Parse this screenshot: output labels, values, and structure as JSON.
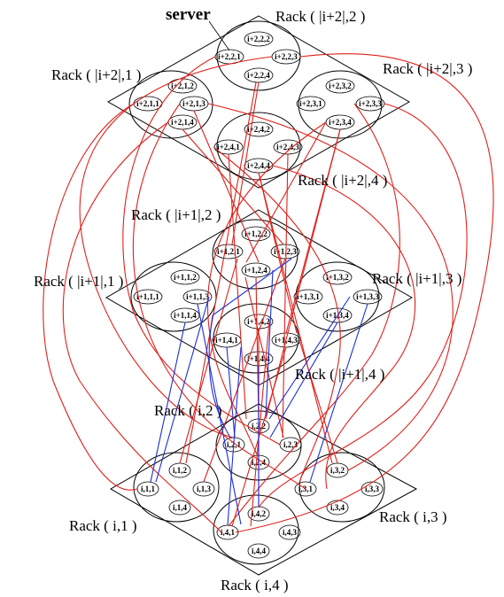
{
  "server_label": "server",
  "layers": [
    {
      "id": "top",
      "rack_labels": [
        "Rack ( |i+2|,1 )",
        "Rack ( |i+2|,2 )",
        "Rack ( |i+2|,3 )",
        "Rack ( |i+2|,4 )"
      ],
      "racks": [
        [
          "i+2,1,1",
          "i+2,1,2",
          "i+2,1,3",
          "i+2,1,4"
        ],
        [
          "i+2,2,1",
          "i+2,2,2",
          "i+2,2,3",
          "i+2,2,4"
        ],
        [
          "i+2,3,1",
          "i+2,3,2",
          "i+2,3,3",
          "i+2,3,4"
        ],
        [
          "i+2,4,1",
          "i+2,4,2",
          "i+2,4,3",
          "i+2,4,4"
        ]
      ]
    },
    {
      "id": "middle",
      "rack_labels": [
        "Rack ( |i+1|,1 )",
        "Rack ( |i+1|,2 )",
        "Rack ( |i+1|,3 )",
        "Rack ( |i+1|,4 )"
      ],
      "racks": [
        [
          "i+1,1,1",
          "i+1,1,2",
          "i+1,1,3",
          "i+1,1,4"
        ],
        [
          "i+1,2,1",
          "i+1,2,2",
          "i+1,2,3",
          "i+1,2,4"
        ],
        [
          "i+1,3,1",
          "i+1,3,2",
          "i+1,3,3",
          "i+1,3,4"
        ],
        [
          "i+1,4,1",
          "i+1,4,2",
          "i+1,4,3",
          "i+1,4,4"
        ]
      ]
    },
    {
      "id": "bottom",
      "rack_labels": [
        "Rack ( i,1 )",
        "Rack ( i,2 )",
        "Rack ( i,3 )",
        "Rack ( i,4 )"
      ],
      "racks": [
        [
          "i,1,1",
          "i,1,2",
          "i,1,3",
          "i,1,4"
        ],
        [
          "i,2,1",
          "i,2,2",
          "i,2,3",
          "i,2,4"
        ],
        [
          "i,3,1",
          "i,3,2",
          "i,3,3",
          "i,3,4"
        ],
        [
          "i,4,1",
          "i,4,2",
          "i,4,3",
          "i,4,4"
        ]
      ]
    }
  ],
  "colors": {
    "red_link": "#e0201a",
    "blue_link": "#1c2fd6",
    "outline": "#000000"
  }
}
